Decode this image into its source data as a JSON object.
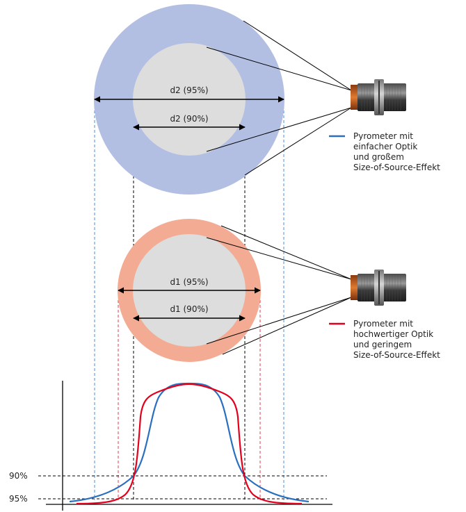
{
  "labels": {
    "d2_95": "d2 (95%)",
    "d2_90": "d2 (90%)",
    "d1_95": "d1 (95%)",
    "d1_90": "d1 (90%)",
    "level_90": "90%",
    "level_95": "95%"
  },
  "legend": {
    "simple": [
      "Pyrometer mit",
      "einfacher Optik",
      "und großem",
      "Size-of-Source-Effekt"
    ],
    "quality": [
      "Pyrometer mit",
      "hochwertiger Optik",
      "und geringem",
      "Size-of-Source-Effekt"
    ]
  },
  "colors": {
    "outer_blue": "#b2bfe3",
    "outer_salmon": "#f3ac93",
    "inner_gray": "#dddddd",
    "curve_blue": "#2a6fbf",
    "curve_red": "#e3001b",
    "guide_blue": "#4a90d9",
    "guide_red": "#e83a4a"
  }
}
